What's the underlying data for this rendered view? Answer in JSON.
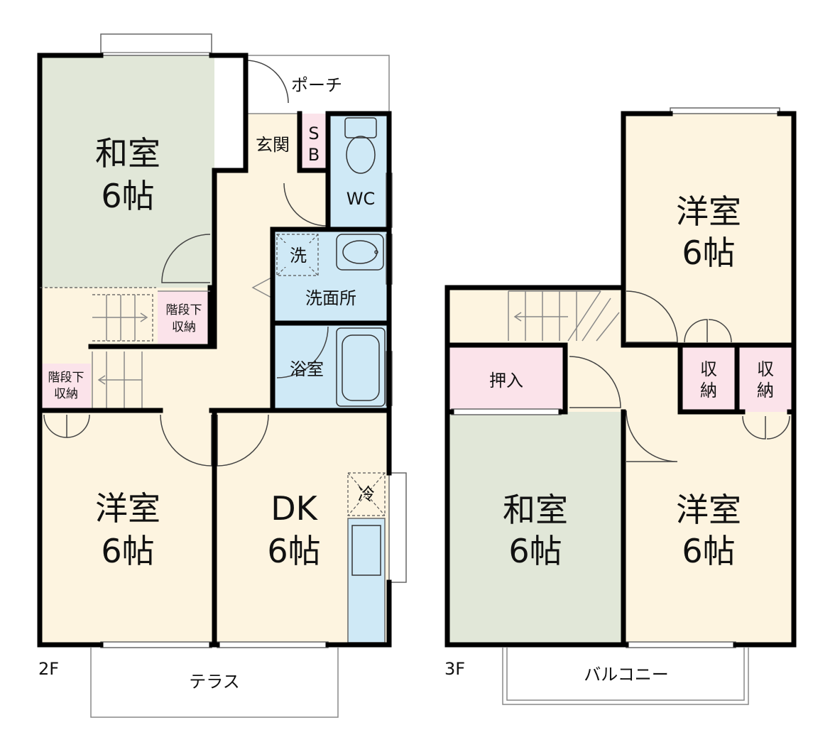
{
  "colors": {
    "tatami": "#e1e7d8",
    "flooring": "#fdf4e0",
    "wet": "#cfe9f6",
    "storage": "#fbe3ea",
    "wall": "#000000"
  },
  "floor2": {
    "label": "2F",
    "washitsu": {
      "name": "和室",
      "size": "6帖"
    },
    "yoshitsu": {
      "name": "洋室",
      "size": "6帖"
    },
    "dk": {
      "name": "DK",
      "size": "6帖"
    },
    "porch": "ポーチ",
    "genkan": "玄関",
    "sb_s": "S",
    "sb_b": "B",
    "wc": "WC",
    "senmenjo": "洗面所",
    "sen": "洗",
    "yokushitsu": "浴室",
    "rei": "冷",
    "kaidan1": {
      "line1": "階段下",
      "line2": "収納"
    },
    "kaidan2": {
      "line1": "階段下",
      "line2": "収納"
    },
    "terrace": "テラス"
  },
  "floor3": {
    "label": "3F",
    "yoshitsu_top": {
      "name": "洋室",
      "size": "6帖"
    },
    "washitsu": {
      "name": "和室",
      "size": "6帖"
    },
    "yoshitsu_bottom": {
      "name": "洋室",
      "size": "6帖"
    },
    "oshiire": "押入",
    "shuno1": {
      "line1": "収",
      "line2": "納"
    },
    "shuno2": {
      "line1": "収",
      "line2": "納"
    },
    "balcony": "バルコニー"
  }
}
